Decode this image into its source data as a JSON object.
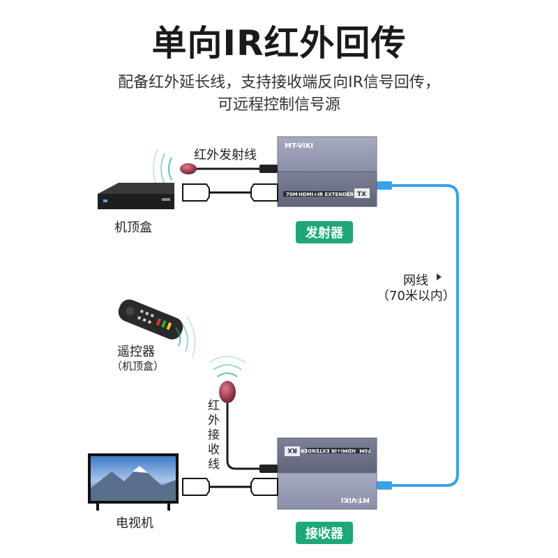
{
  "title": "单向IR红外回传",
  "subtitle_line1": "配备红外延长线，支持接收端反向IR信号回传，",
  "subtitle_line2": "可远程控制信号源",
  "labels": {
    "ir_emitter_cable": "红外发射线",
    "set_top_box": "机顶盒",
    "transmitter": "发射器",
    "network_cable": "网线",
    "network_note": "（70米以内）",
    "remote": "遥控器",
    "remote_note": "（机顶盒）",
    "ir_receiver_cable": "红外接收线",
    "tv": "电视机",
    "receiver": "接收器"
  },
  "device": {
    "brand": "MT-ViKI",
    "range": "70M",
    "model": "HDMI+IR EXTENDER",
    "tx": "TX",
    "rx": "RX"
  },
  "colors": {
    "accent_green": "#1ea77a",
    "cable_blue": "#3aa0e8",
    "device_gray": "#8a8fa8"
  }
}
